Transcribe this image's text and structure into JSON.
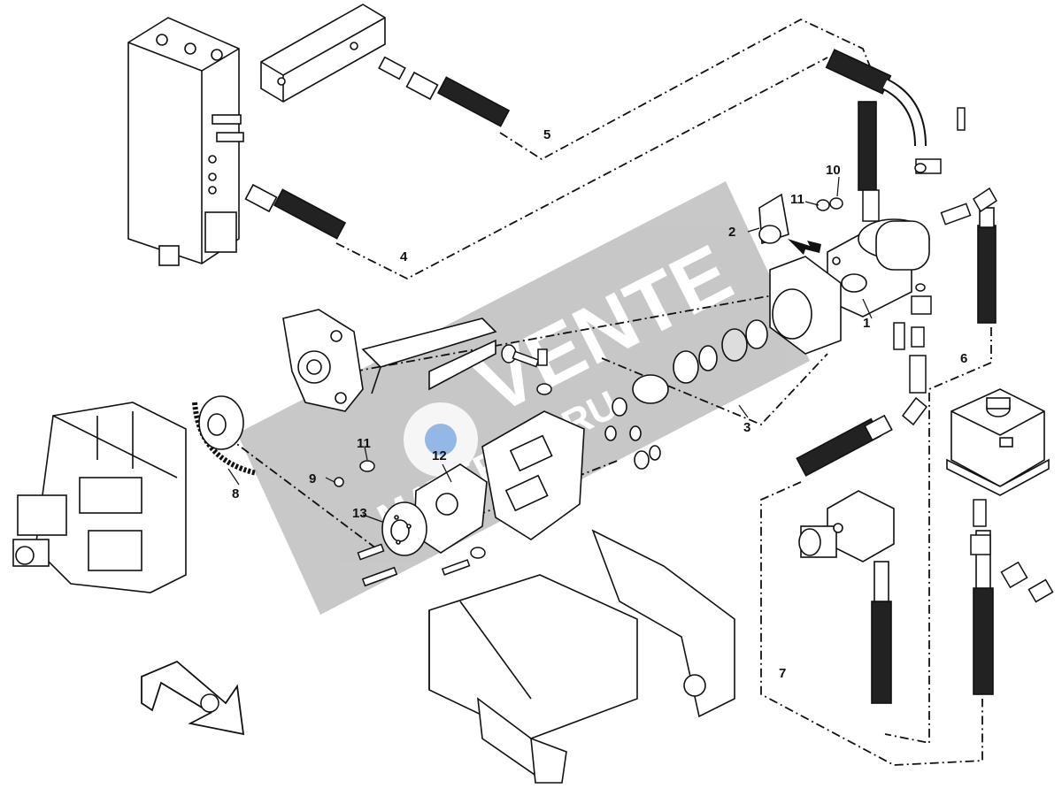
{
  "callouts": {
    "c1": "1",
    "c2": "2",
    "c3": "3",
    "c4": "4",
    "c5": "5",
    "c6": "6",
    "c7": "7",
    "c8": "8",
    "c9": "9",
    "c10": "10",
    "c11a": "11",
    "c11b": "11",
    "c12": "12",
    "c13": "13"
  },
  "watermark": {
    "brand": "VENTE",
    "domain": "MATERIEL.RU",
    "color": "#8a8a8a",
    "accent": "#3b7fd0"
  },
  "colors": {
    "ink": "#111111",
    "paper": "#ffffff"
  }
}
